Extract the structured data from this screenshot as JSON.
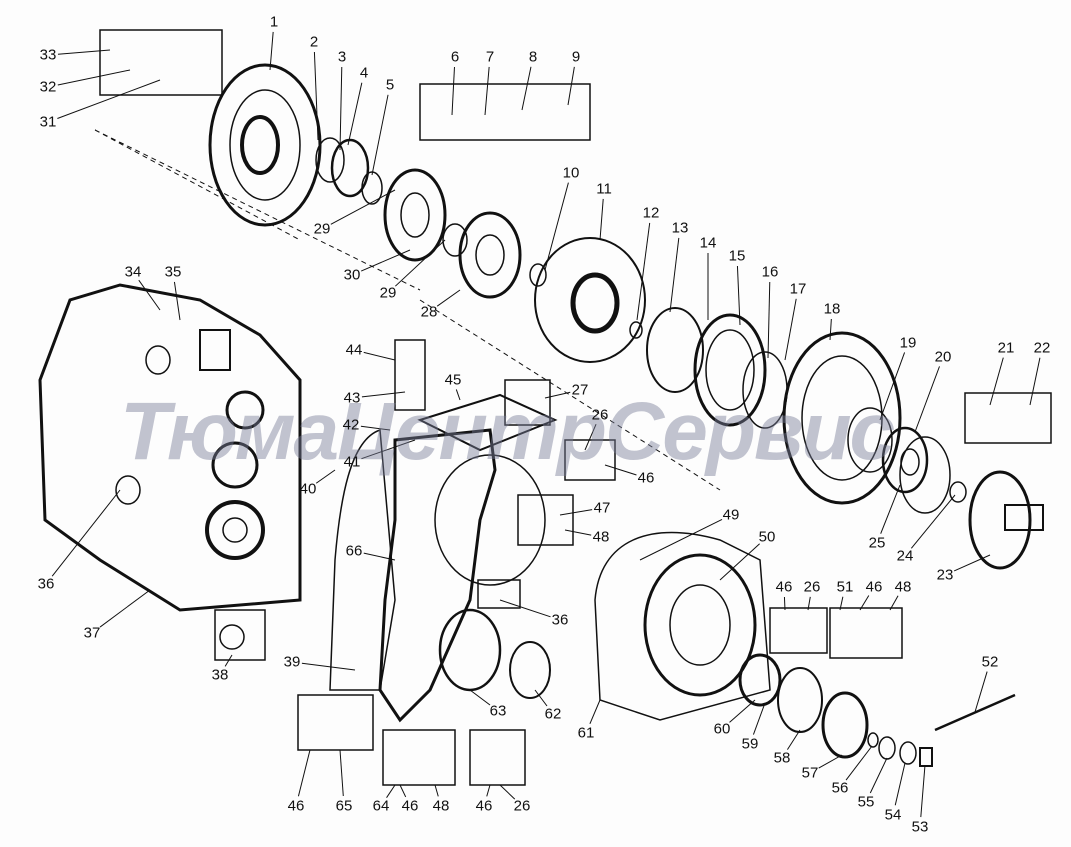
{
  "watermark": "ТюмаЦентрСервис",
  "callouts": [
    "1",
    "2",
    "3",
    "4",
    "5",
    "6",
    "7",
    "8",
    "9",
    "10",
    "11",
    "12",
    "13",
    "14",
    "15",
    "16",
    "17",
    "18",
    "19",
    "20",
    "21",
    "22",
    "23",
    "24",
    "25",
    "26",
    "26",
    "26",
    "27",
    "28",
    "29",
    "29",
    "30",
    "31",
    "32",
    "33",
    "34",
    "35",
    "36",
    "36",
    "37",
    "38",
    "39",
    "40",
    "41",
    "42",
    "43",
    "44",
    "45",
    "46",
    "46",
    "46",
    "46",
    "46",
    "46",
    "47",
    "48",
    "48",
    "48",
    "49",
    "50",
    "51",
    "52",
    "53",
    "54",
    "55",
    "56",
    "57",
    "58",
    "59",
    "60",
    "61",
    "62",
    "63",
    "64",
    "65",
    "66"
  ]
}
